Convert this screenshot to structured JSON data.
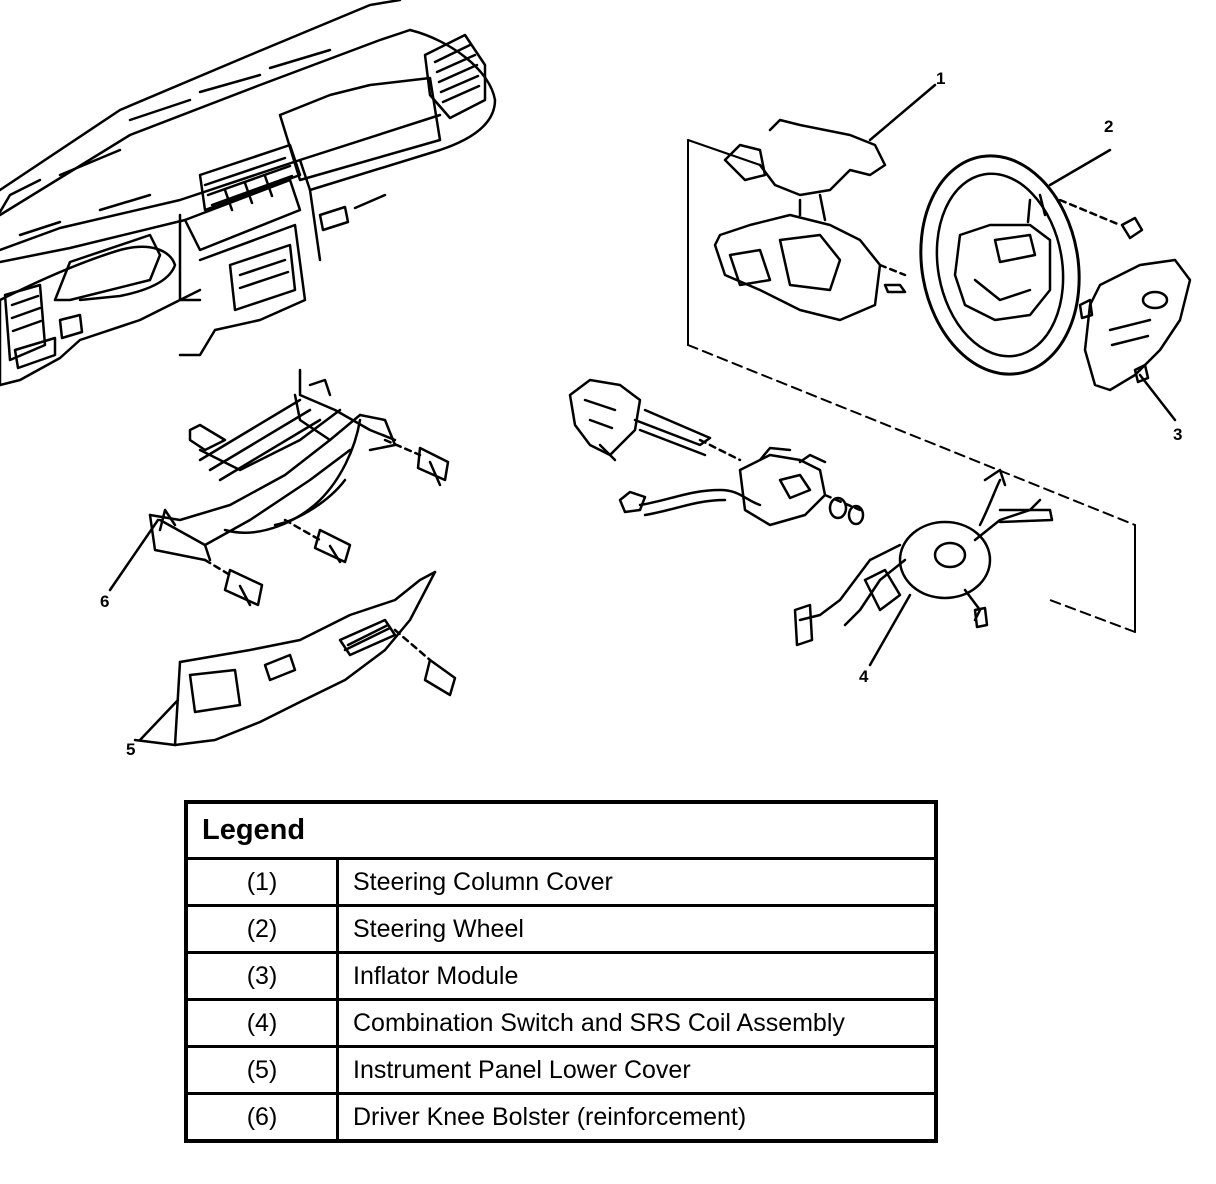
{
  "callouts": [
    "1",
    "2",
    "3",
    "4",
    "5",
    "6"
  ],
  "legend": {
    "title": "Legend",
    "rows": [
      {
        "num": "(1)",
        "desc": "Steering Column Cover"
      },
      {
        "num": "(2)",
        "desc": "Steering Wheel"
      },
      {
        "num": "(3)",
        "desc": "Inflator Module"
      },
      {
        "num": "(4)",
        "desc": "Combination Switch and SRS Coil Assembly"
      },
      {
        "num": "(5)",
        "desc": "Instrument Panel Lower Cover"
      },
      {
        "num": "(6)",
        "desc": "Driver Knee Bolster (reinforcement)"
      }
    ]
  }
}
